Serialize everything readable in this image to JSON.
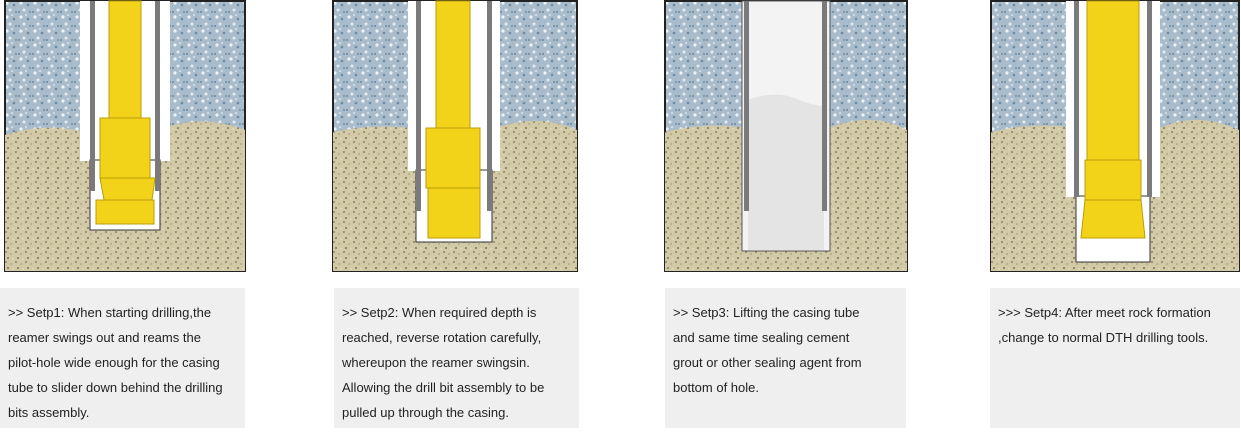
{
  "steps": [
    {
      "caption": ">> Setp1: When starting drilling,the\nreamer swings out and reams the\npilot-hole wide enough for the casing\ntube to slider down behind the drilling\nbits assembly."
    },
    {
      "caption": ">> Setp2: When required depth is\nreached, reverse rotation carefully,\nwhereupon the reamer swingsin.\nAllowing the drill bit assembly to be\n pulled up through the casing."
    },
    {
      "caption": ">> Setp3: Lifting the casing tube\nand same time sealing cement\ngrout or other sealing agent from\n bottom of hole."
    },
    {
      "caption": ">>> Setp4: After meet rock formation\n,change to normal DTH drilling tools."
    }
  ],
  "colors": {
    "rock": "#9fb4c4",
    "soil": "#cdc4a2",
    "tool": "#f2d31a",
    "casing": "#7a7a7a",
    "caption_bg": "#efefef"
  }
}
